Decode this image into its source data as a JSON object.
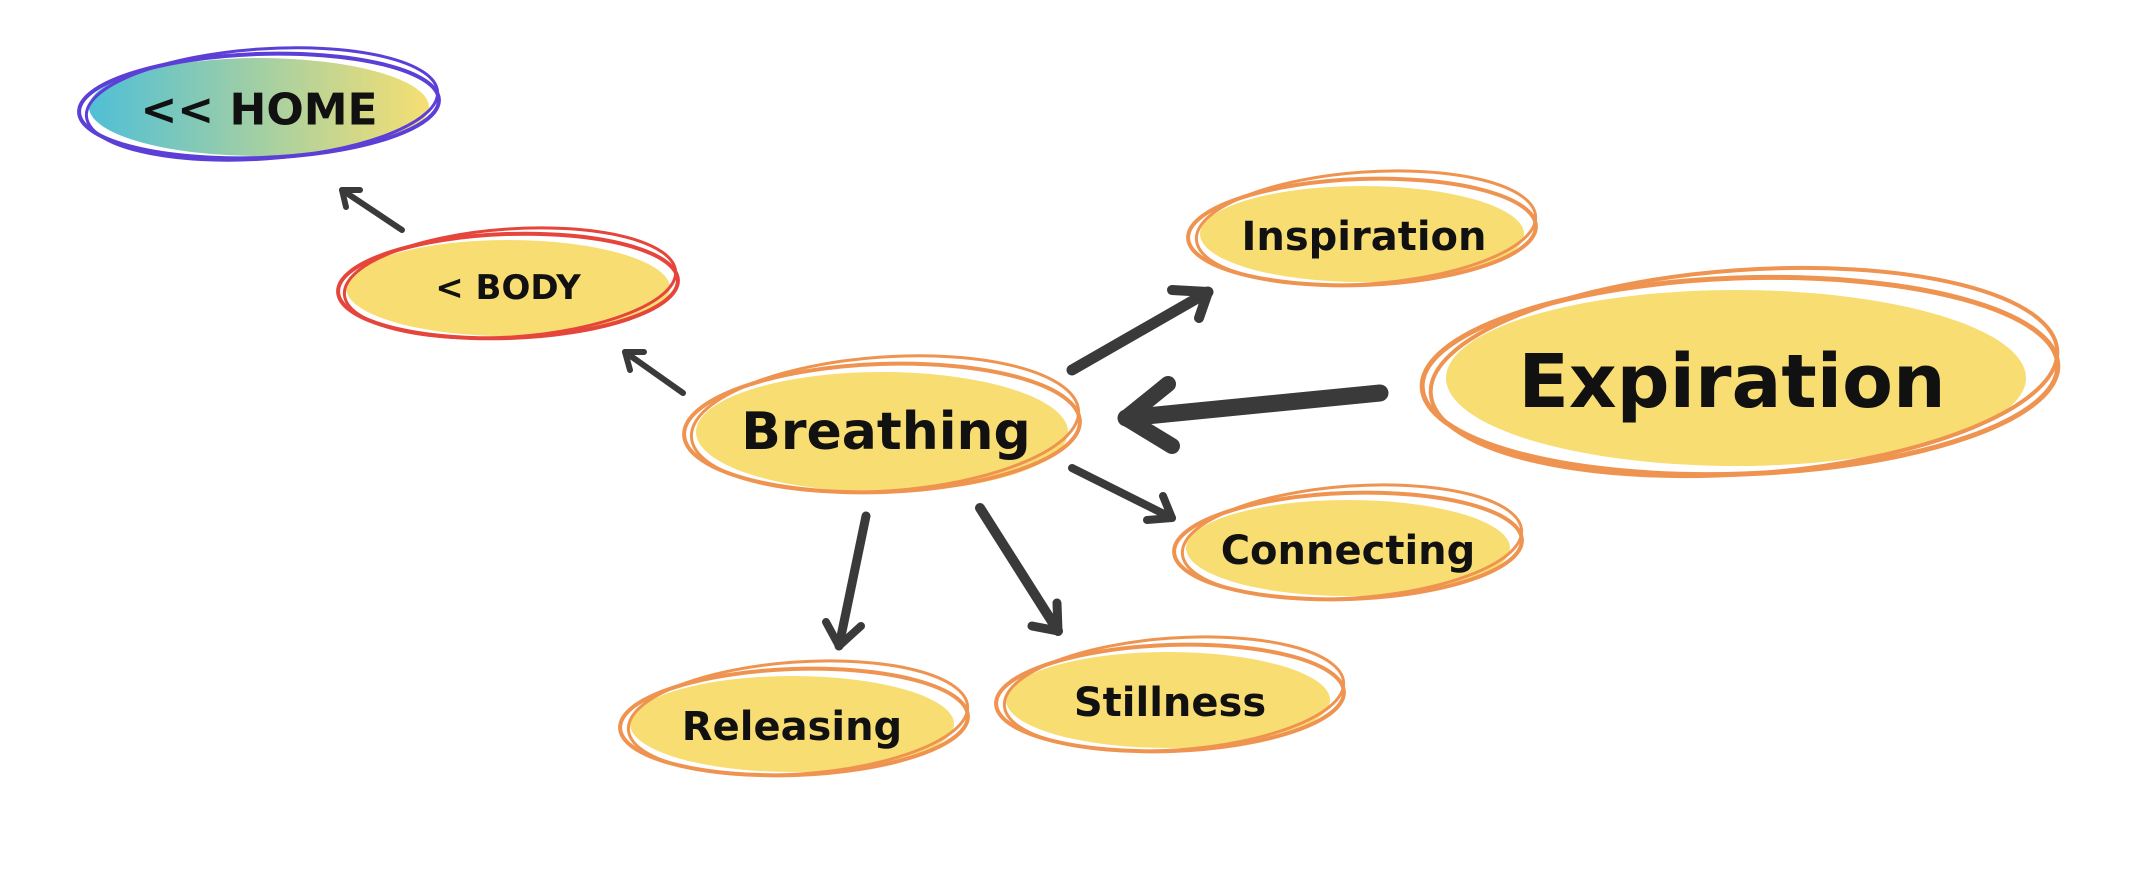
{
  "nodes": {
    "home": {
      "label": "<< HOME",
      "ring_color": "#5b3fd6",
      "fill_start": "#4fbfd6",
      "fill_end": "#f6df72"
    },
    "body": {
      "label": "< BODY",
      "ring_color": "#e5453a",
      "fill": "#f8dd72"
    },
    "breathing": {
      "label": "Breathing",
      "ring_color": "#ef9450",
      "fill": "#f8dd72"
    },
    "inspiration": {
      "label": "Inspiration",
      "ring_color": "#ef9450",
      "fill": "#f8dd72"
    },
    "expiration": {
      "label": "Expiration",
      "ring_color": "#ef9450",
      "fill": "#f8dd72"
    },
    "connecting": {
      "label": "Connecting",
      "ring_color": "#ef9450",
      "fill": "#f8dd72"
    },
    "stillness": {
      "label": "Stillness",
      "ring_color": "#ef9450",
      "fill": "#f8dd72"
    },
    "releasing": {
      "label": "Releasing",
      "ring_color": "#ef9450",
      "fill": "#f8dd72"
    }
  },
  "arrow_color": "#3a3a3a"
}
